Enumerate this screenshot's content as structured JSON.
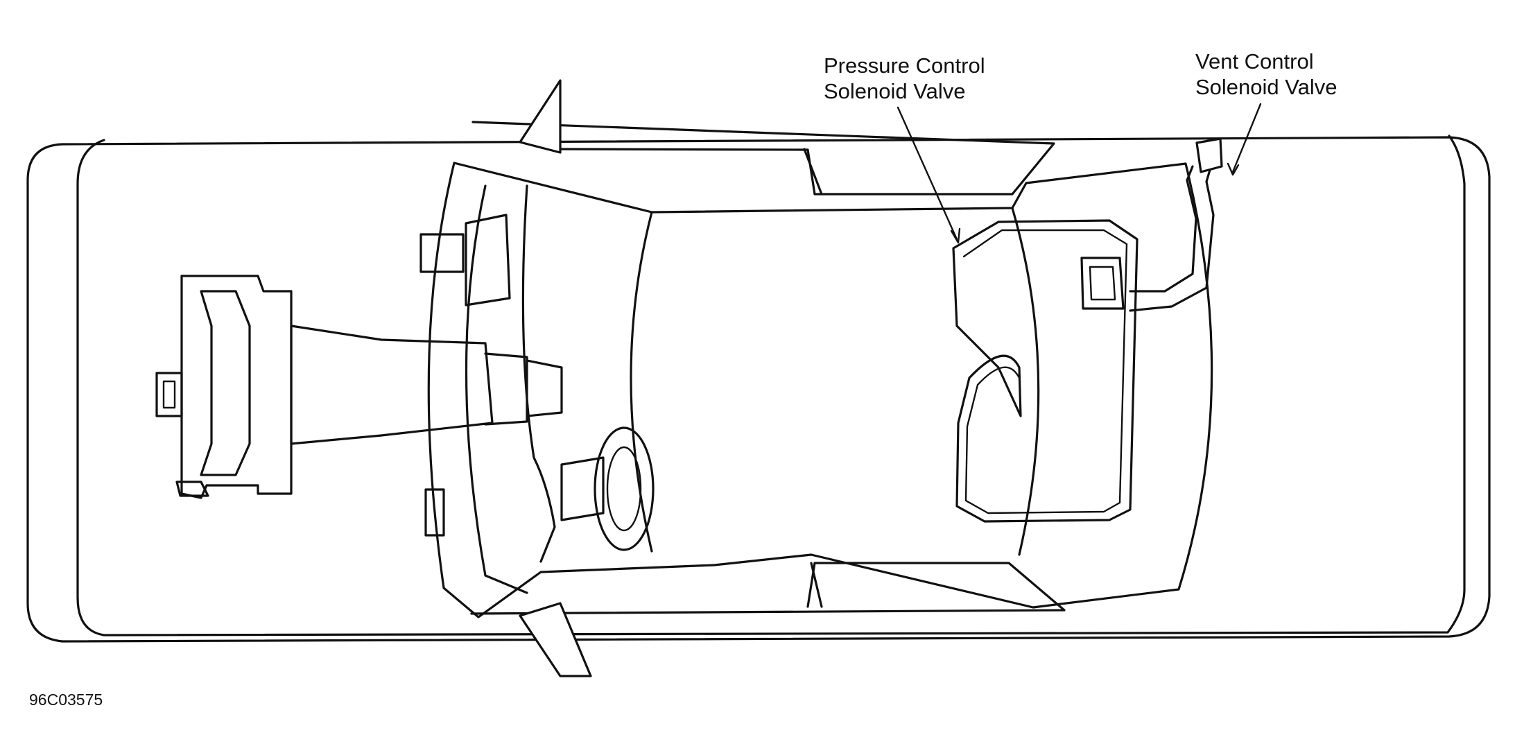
{
  "diagram": {
    "labels": {
      "pressure_control": [
        "Pressure Control",
        "Solenoid Valve"
      ],
      "vent_control": [
        "Vent Control",
        "Solenoid Valve"
      ]
    },
    "figure_id": "96C03575",
    "colors": {
      "line": "#111111",
      "background": "#ffffff"
    }
  }
}
